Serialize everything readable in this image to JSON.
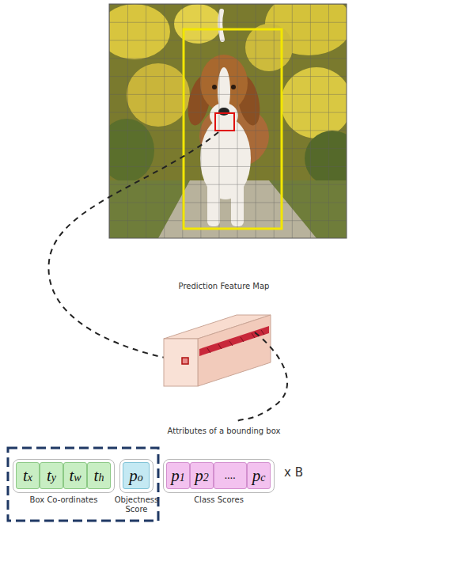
{
  "diagram": {
    "nodes": [
      {
        "text": [
          "Box Co-ordinates"
        ]
      },
      {
        "text": [
          "tx"
        ],
        "in": 0
      },
      {
        "text": [
          "ty"
        ],
        "in": 0
      },
      {
        "text": [
          "tw"
        ],
        "in": 0
      },
      {
        "text": [
          "th"
        ],
        "in": 0
      },
      {
        "text": [
          "Objectness Score"
        ]
      },
      {
        "text": [
          "po"
        ],
        "in": 5
      },
      {
        "text": [
          "Class Scores"
        ]
      },
      {
        "text": [
          "p1"
        ],
        "in": 7
      },
      {
        "text": [
          "p2"
        ],
        "in": 7
      },
      {
        "text": [
          "...."
        ],
        "in": 7
      },
      {
        "text": [
          "pc"
        ],
        "in": 7
      }
    ],
    "labels": [
      "Prediction Feature Map",
      "Attributes of a bounding box",
      "x B"
    ]
  }
}
